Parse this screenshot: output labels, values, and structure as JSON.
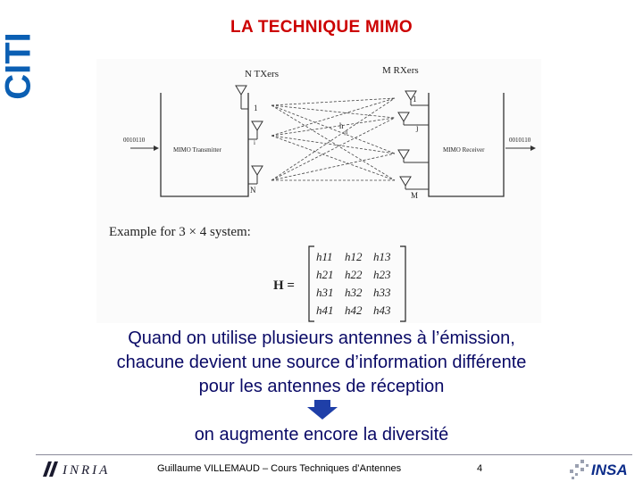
{
  "side_logo": {
    "letters": "CITI",
    "color": "#0b5fb3"
  },
  "slide": {
    "title": "LA TECHNIQUE MIMO",
    "title_color": "#cc0000",
    "caption_lines": [
      "Quand on utilise plusieurs antennes à l’émission,",
      "chacune devient une source d’information différente",
      "pour les antennes de réception"
    ],
    "conclusion": "on augmente encore la diversité",
    "text_color": "#0a0a66"
  },
  "diagram": {
    "n_txers": "N TXers",
    "m_rxers": "M RXers",
    "tx_block": "MIMO Transmitter",
    "rx_block": "MIMO Receiver",
    "input_bits": "0010110",
    "output_bits": "0010110",
    "tx_labels": [
      "1",
      "i",
      "N"
    ],
    "rx_labels": [
      "1",
      "j",
      "M"
    ],
    "channel_label": "h",
    "channel_sub": "ji",
    "example_text": "Example for 3 × 4 system:",
    "matrix_label": "H =",
    "matrix": [
      [
        "h11",
        "h12",
        "h13"
      ],
      [
        "h21",
        "h22",
        "h23"
      ],
      [
        "h31",
        "h32",
        "h33"
      ],
      [
        "h41",
        "h42",
        "h43"
      ]
    ]
  },
  "footer": {
    "inria": "INRIA",
    "author_course": "Guillaume VILLEMAUD – Cours Techniques d’Antennes",
    "page_number": "4",
    "insa": "INSA"
  }
}
